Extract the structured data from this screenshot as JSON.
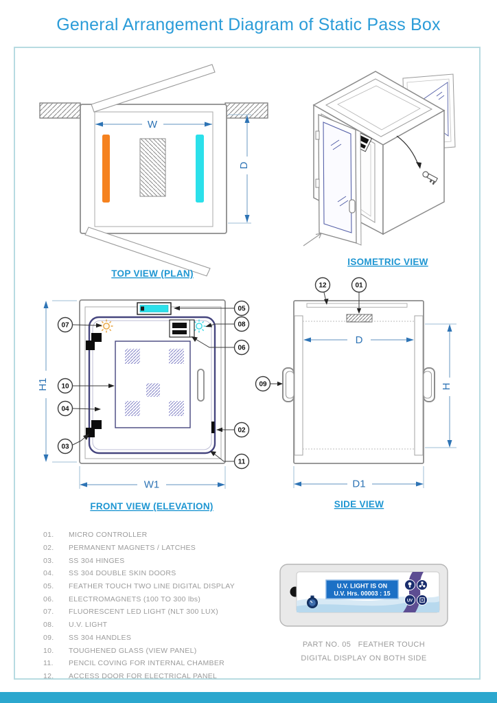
{
  "title": "General Arrangement Diagram of Static Pass Box",
  "views": {
    "top": {
      "label": "TOP VIEW (PLAN)",
      "dim_width": "W",
      "dim_depth": "D"
    },
    "isometric": {
      "label": "ISOMETRIC VIEW"
    },
    "front": {
      "label": "FRONT VIEW (ELEVATION)",
      "dim_height": "H1",
      "dim_width": "W1"
    },
    "side": {
      "label": "SIDE VIEW",
      "dim_inner_depth": "D",
      "dim_height": "H",
      "dim_outer_depth": "D1"
    }
  },
  "callouts": {
    "c01": "01",
    "c02": "02",
    "c03": "03",
    "c04": "04",
    "c05": "05",
    "c06": "06",
    "c07": "07",
    "c08": "08",
    "c09": "09",
    "c10": "10",
    "c11": "11",
    "c12": "12"
  },
  "legend": {
    "items": [
      {
        "num": "01.",
        "text": "MICRO CONTROLLER"
      },
      {
        "num": "02.",
        "text": "PERMANENT MAGNETS / LATCHES"
      },
      {
        "num": "03.",
        "text": "SS 304 HINGES"
      },
      {
        "num": "04.",
        "text": "SS 304 DOUBLE SKIN DOORS"
      },
      {
        "num": "05.",
        "text": "FEATHER TOUCH TWO LINE DIGITAL DISPLAY"
      },
      {
        "num": "06.",
        "text": "ELECTROMAGNETS (100 TO 300 lbs)"
      },
      {
        "num": "07.",
        "text": "FLUORESCENT LED LIGHT (NLT 300 LUX)"
      },
      {
        "num": "08.",
        "text": "U.V. LIGHT"
      },
      {
        "num": "09.",
        "text": "SS 304 HANDLES"
      },
      {
        "num": "10.",
        "text": "TOUGHENED GLASS (VIEW PANEL)"
      },
      {
        "num": "11.",
        "text": "PENCIL COVING FOR INTERNAL CHAMBER"
      },
      {
        "num": "12.",
        "text": "ACCESS DOOR FOR ELECTRICAL PANEL"
      }
    ]
  },
  "display_panel": {
    "lcd_line1": "U.V. LIGHT IS ON",
    "lcd_line2": "U.V. Hrs. 00003 : 15",
    "uv_button_label": "UV"
  },
  "part_note": {
    "line1": "PART NO. 05   FEATHER TOUCH",
    "line2": "DIGITAL DISPLAY ON BOTH SIDE"
  },
  "colors": {
    "accent_blue": "#2B9CD8",
    "dimension_blue": "#2E74B5",
    "orange_bar": "#F5821F",
    "cyan_bar": "#2BE0EA",
    "navy_frame": "#45457E",
    "glass_hatch": "#8585C8",
    "legend_gray": "#9b9b9b",
    "footer_teal": "#2BA7CE",
    "lcd_blue": "#1C70C5"
  }
}
